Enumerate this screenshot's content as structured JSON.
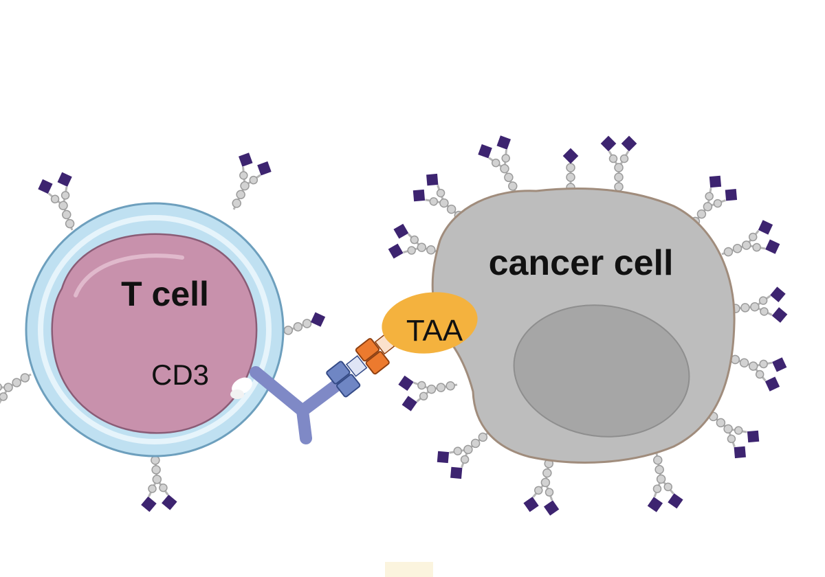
{
  "labels": {
    "t_cell": "T cell",
    "cd3": "CD3",
    "cancer_cell": "cancer cell",
    "taa": "TAA"
  },
  "colors": {
    "t_cell_membrane": "#a9d3ea",
    "t_cell_nucleus": "#c891ac",
    "cancer_cell_body": "#bdbdbd",
    "cancer_cell_nucleus": "#a6a6a6",
    "taa_antigen": "#f4b23e",
    "glycan_sugar": "#c9c9c9",
    "glycan_sialic_acid": "#3d2470",
    "antibody": "#7f89c6",
    "bispecific_blue": "#6f86c4",
    "bispecific_orange": "#ec7a2e"
  },
  "icons": [
    "glycan-icon",
    "cd3-receptor-icon",
    "bispecific-antibody-icon"
  ]
}
